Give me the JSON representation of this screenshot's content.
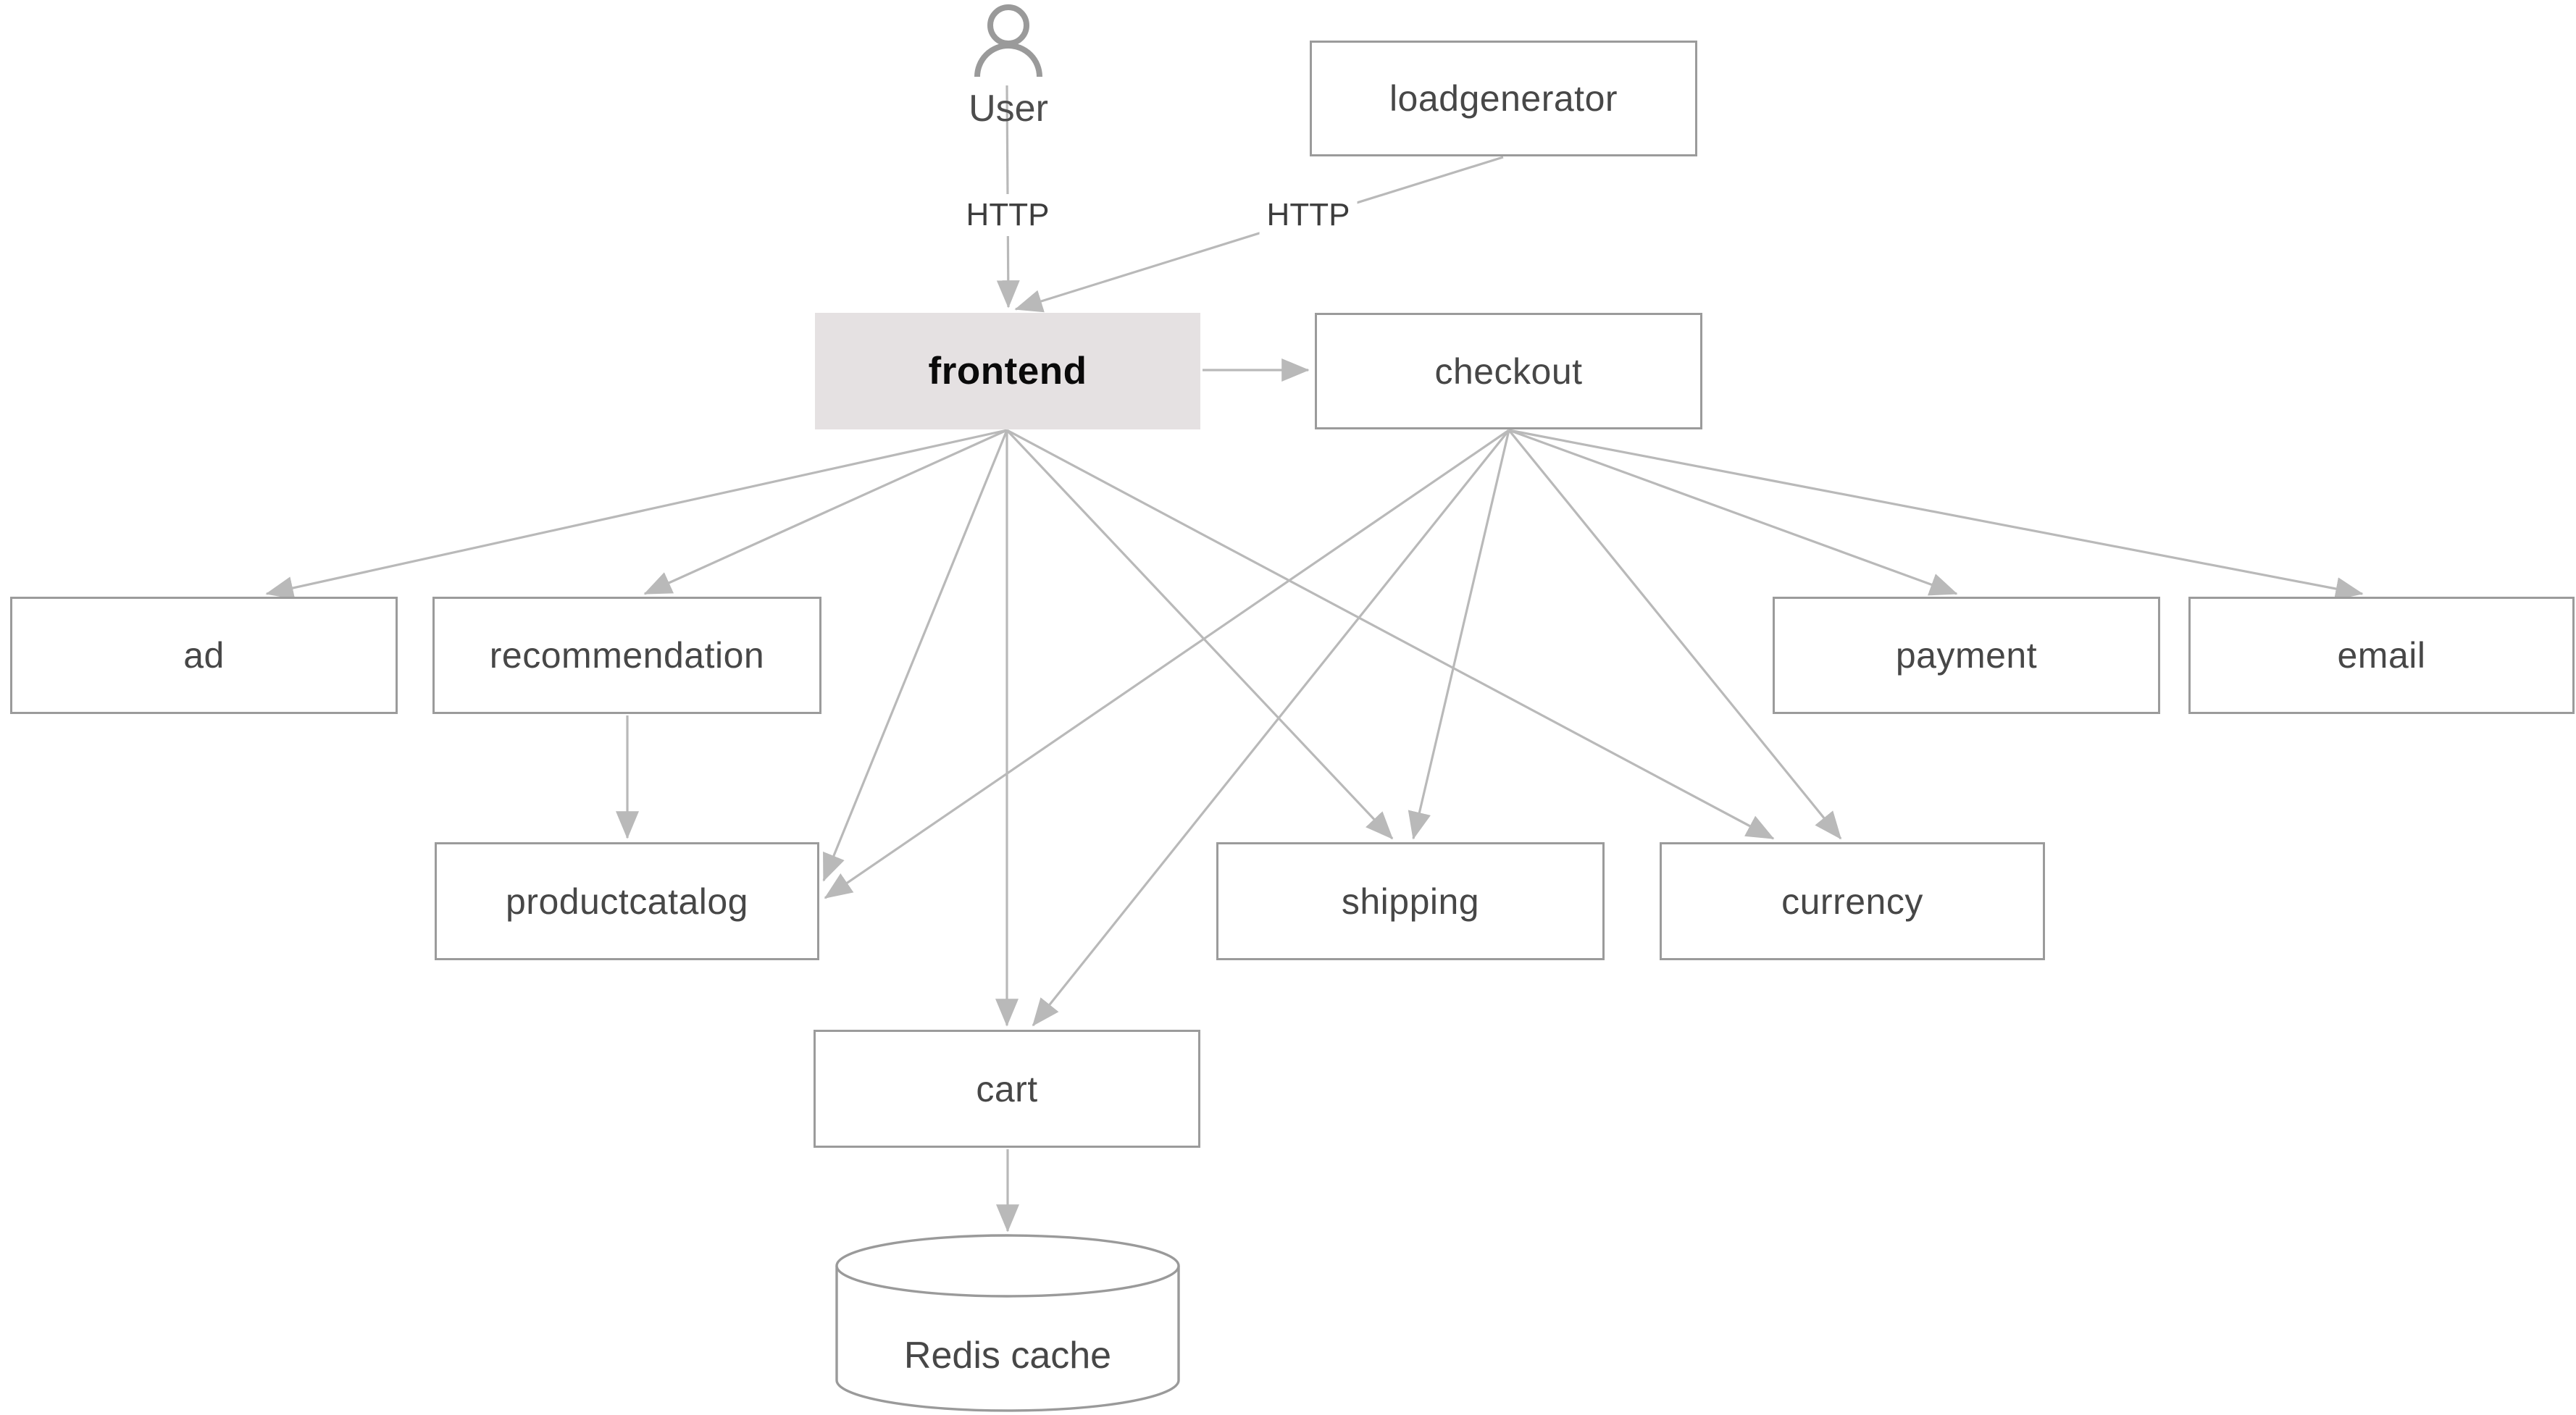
{
  "diagram": {
    "kind": "service-architecture-diagram",
    "nodes": {
      "user": {
        "label": "User",
        "type": "actor"
      },
      "loadgenerator": {
        "label": "loadgenerator",
        "type": "service"
      },
      "frontend": {
        "label": "frontend",
        "type": "service",
        "highlighted": true
      },
      "checkout": {
        "label": "checkout",
        "type": "service"
      },
      "ad": {
        "label": "ad",
        "type": "service"
      },
      "recommendation": {
        "label": "recommendation",
        "type": "service"
      },
      "payment": {
        "label": "payment",
        "type": "service"
      },
      "email": {
        "label": "email",
        "type": "service"
      },
      "productcatalog": {
        "label": "productcatalog",
        "type": "service"
      },
      "shipping": {
        "label": "shipping",
        "type": "service"
      },
      "currency": {
        "label": "currency",
        "type": "service"
      },
      "cart": {
        "label": "cart",
        "type": "service"
      },
      "redis": {
        "label": "Redis cache",
        "type": "database"
      }
    },
    "edges": [
      {
        "from": "user",
        "to": "frontend",
        "label": "HTTP"
      },
      {
        "from": "loadgenerator",
        "to": "frontend",
        "label": "HTTP"
      },
      {
        "from": "frontend",
        "to": "checkout"
      },
      {
        "from": "frontend",
        "to": "ad"
      },
      {
        "from": "frontend",
        "to": "recommendation"
      },
      {
        "from": "frontend",
        "to": "productcatalog"
      },
      {
        "from": "frontend",
        "to": "cart"
      },
      {
        "from": "frontend",
        "to": "shipping"
      },
      {
        "from": "frontend",
        "to": "currency"
      },
      {
        "from": "checkout",
        "to": "productcatalog"
      },
      {
        "from": "checkout",
        "to": "cart"
      },
      {
        "from": "checkout",
        "to": "shipping"
      },
      {
        "from": "checkout",
        "to": "currency"
      },
      {
        "from": "checkout",
        "to": "payment"
      },
      {
        "from": "checkout",
        "to": "email"
      },
      {
        "from": "recommendation",
        "to": "productcatalog"
      },
      {
        "from": "cart",
        "to": "redis"
      }
    ],
    "colors": {
      "edge": "#b9b9b9",
      "box_border": "#9b9b9b",
      "box_text": "#474747",
      "frontend_fill": "#e5e1e2",
      "frontend_text": "#0a0a0a",
      "user_icon": "#9a9a9a",
      "edge_label_text": "#3c3c3c",
      "background": "#ffffff"
    }
  }
}
